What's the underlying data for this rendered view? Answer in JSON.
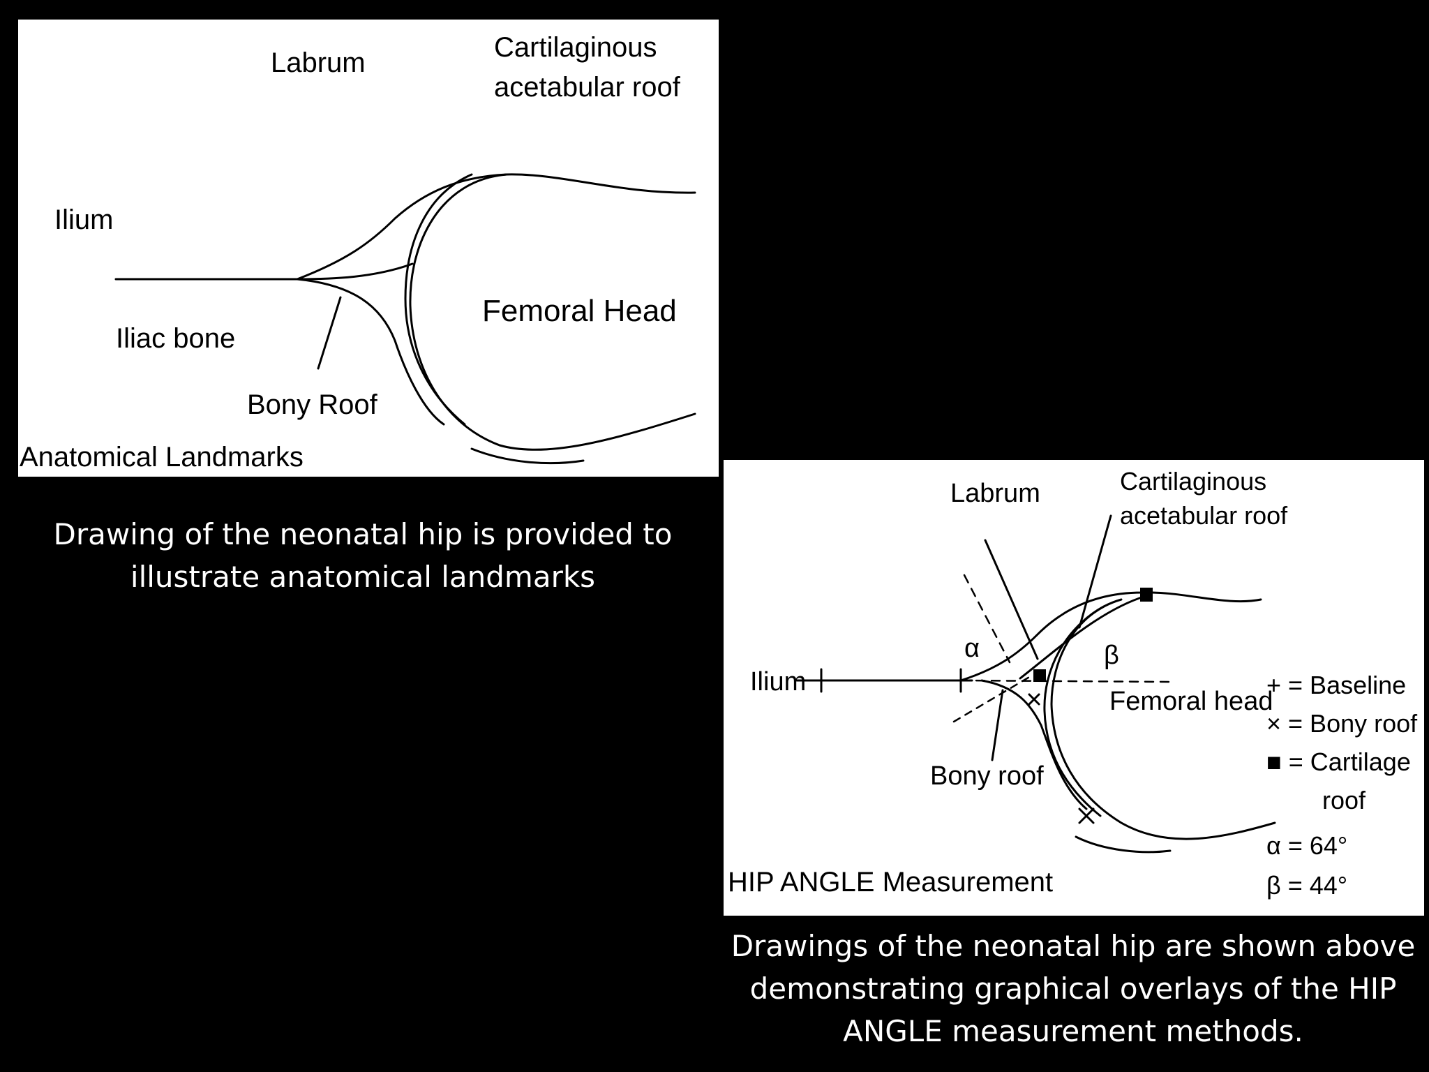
{
  "anatomical": {
    "labels": {
      "labrum": "Labrum",
      "cartilage_line1": "Cartilaginous",
      "cartilage_line2": "acetabular roof",
      "ilium": "Ilium",
      "femoral_head": "Femoral Head",
      "iliac_bone": "Iliac bone",
      "bony_roof": "Bony Roof",
      "title": "Anatomical Landmarks"
    },
    "caption_lines": [
      "Drawing of the neonatal hip is provided to",
      "illustrate anatomical landmarks"
    ]
  },
  "measurement": {
    "labels": {
      "labrum": "Labrum",
      "cartilage_line1": "Cartilaginous",
      "cartilage_line2": "acetabular roof",
      "alpha_symbol": "α",
      "beta_symbol": "β",
      "ilium": "Ilium",
      "femoral_head": "Femoral head",
      "bony_roof": "Bony roof",
      "title": "HIP ANGLE Measurement"
    },
    "legend": {
      "baseline": "+ = Baseline",
      "bony_roof": "× = Bony roof",
      "cartilage_line1": "■ = Cartilage",
      "cartilage_line2": "roof",
      "alpha": "α = 64°",
      "beta": "β = 44°"
    },
    "caption_lines": [
      "Drawings of the neonatal hip are shown above",
      "demonstrating graphical overlays of the HIP",
      "ANGLE measurement methods."
    ]
  }
}
